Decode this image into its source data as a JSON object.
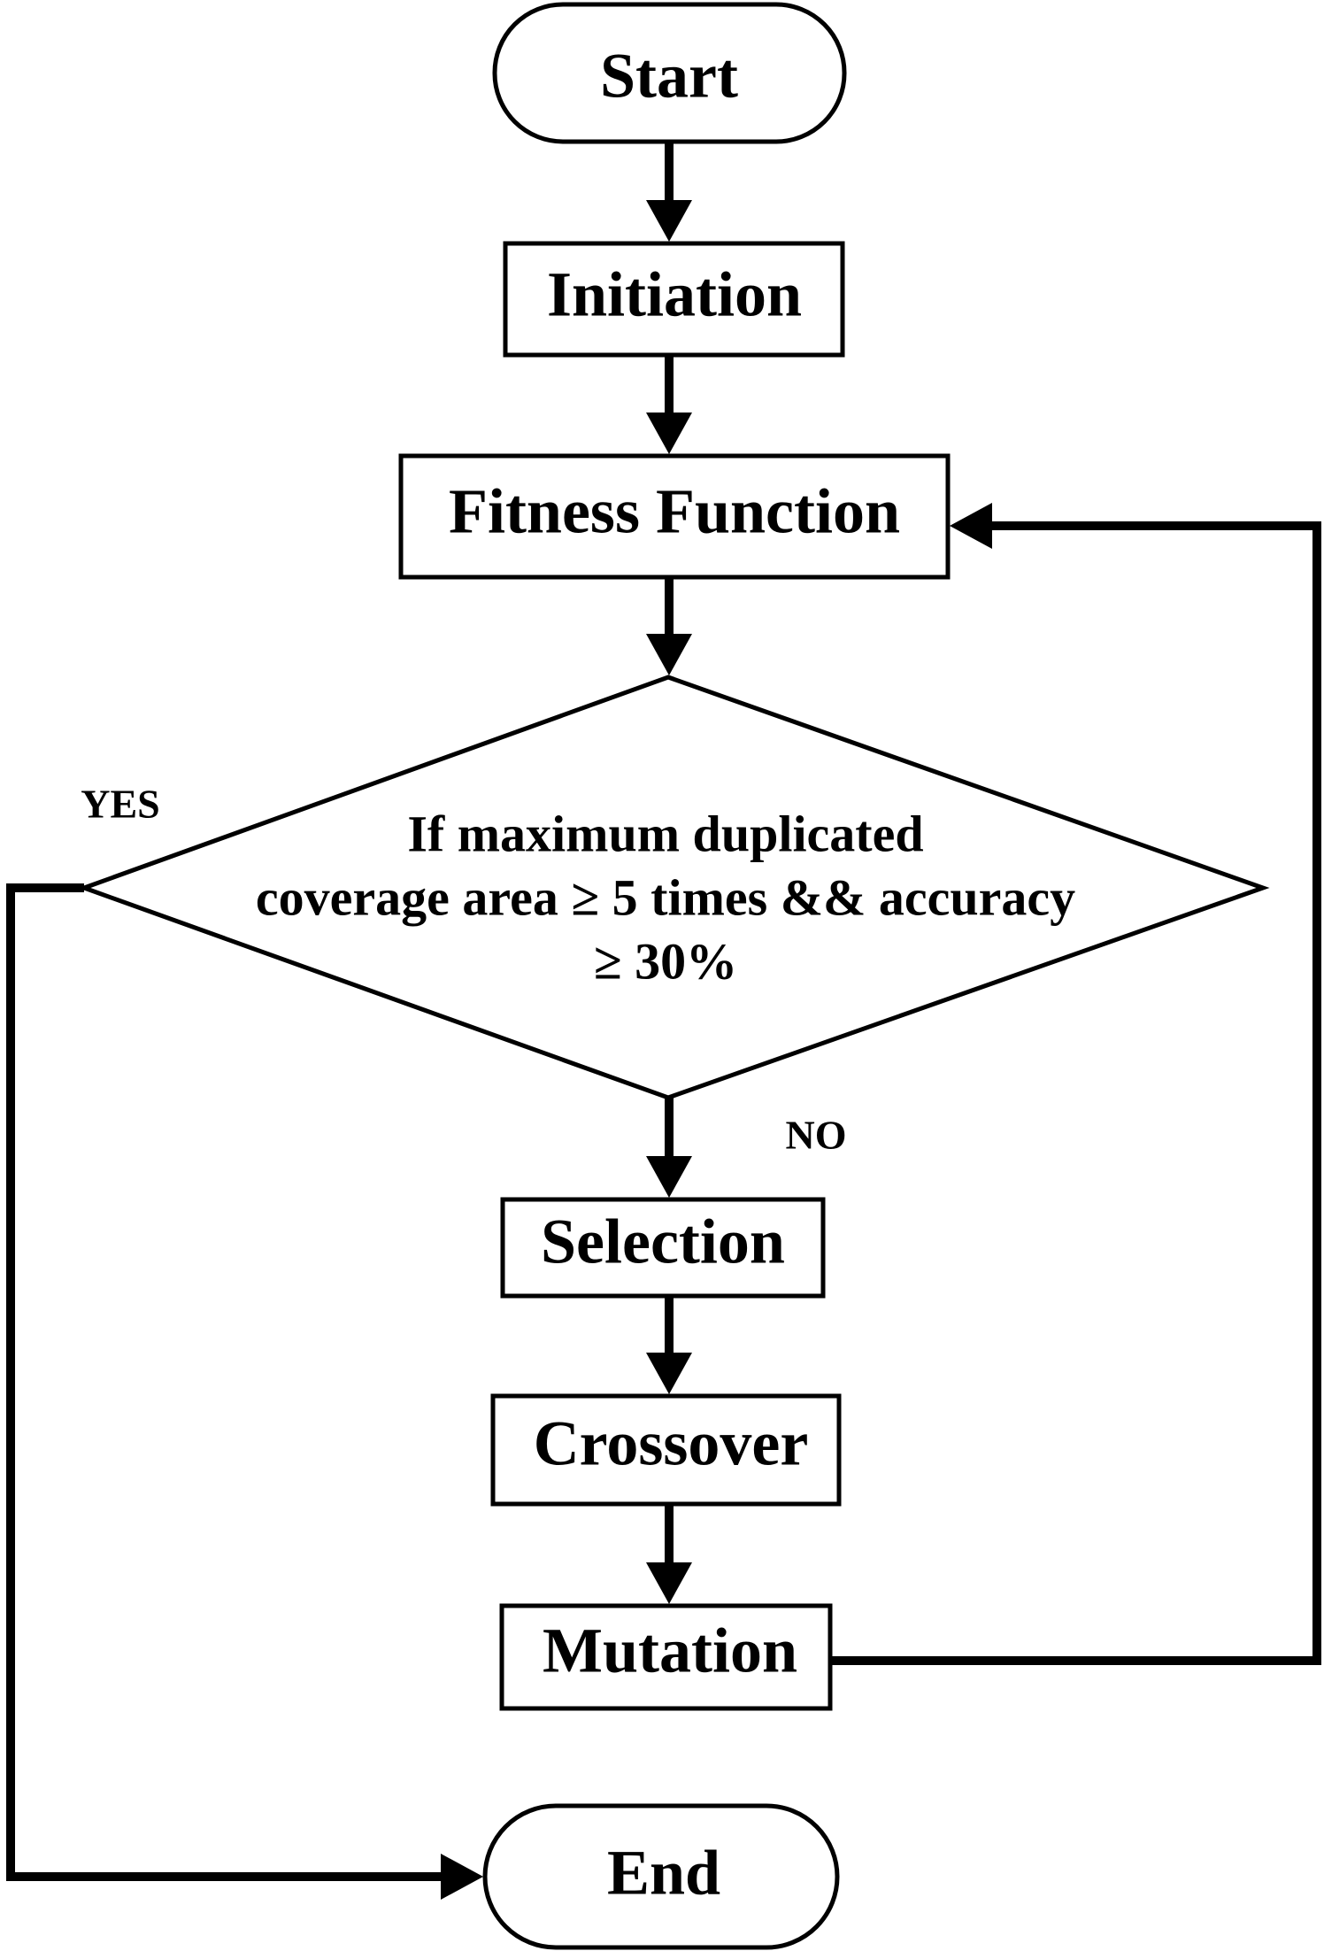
{
  "flowchart": {
    "start": "Start",
    "initiation": "Initiation",
    "fitness": "Fitness Function",
    "condition": {
      "line1": "If maximum duplicated",
      "line2": "coverage area ≥ 5 times && accuracy",
      "line3": "≥ 30%"
    },
    "selection": "Selection",
    "crossover": "Crossover",
    "mutation": "Mutation",
    "end": "End",
    "yes": "YES",
    "no": "NO"
  }
}
